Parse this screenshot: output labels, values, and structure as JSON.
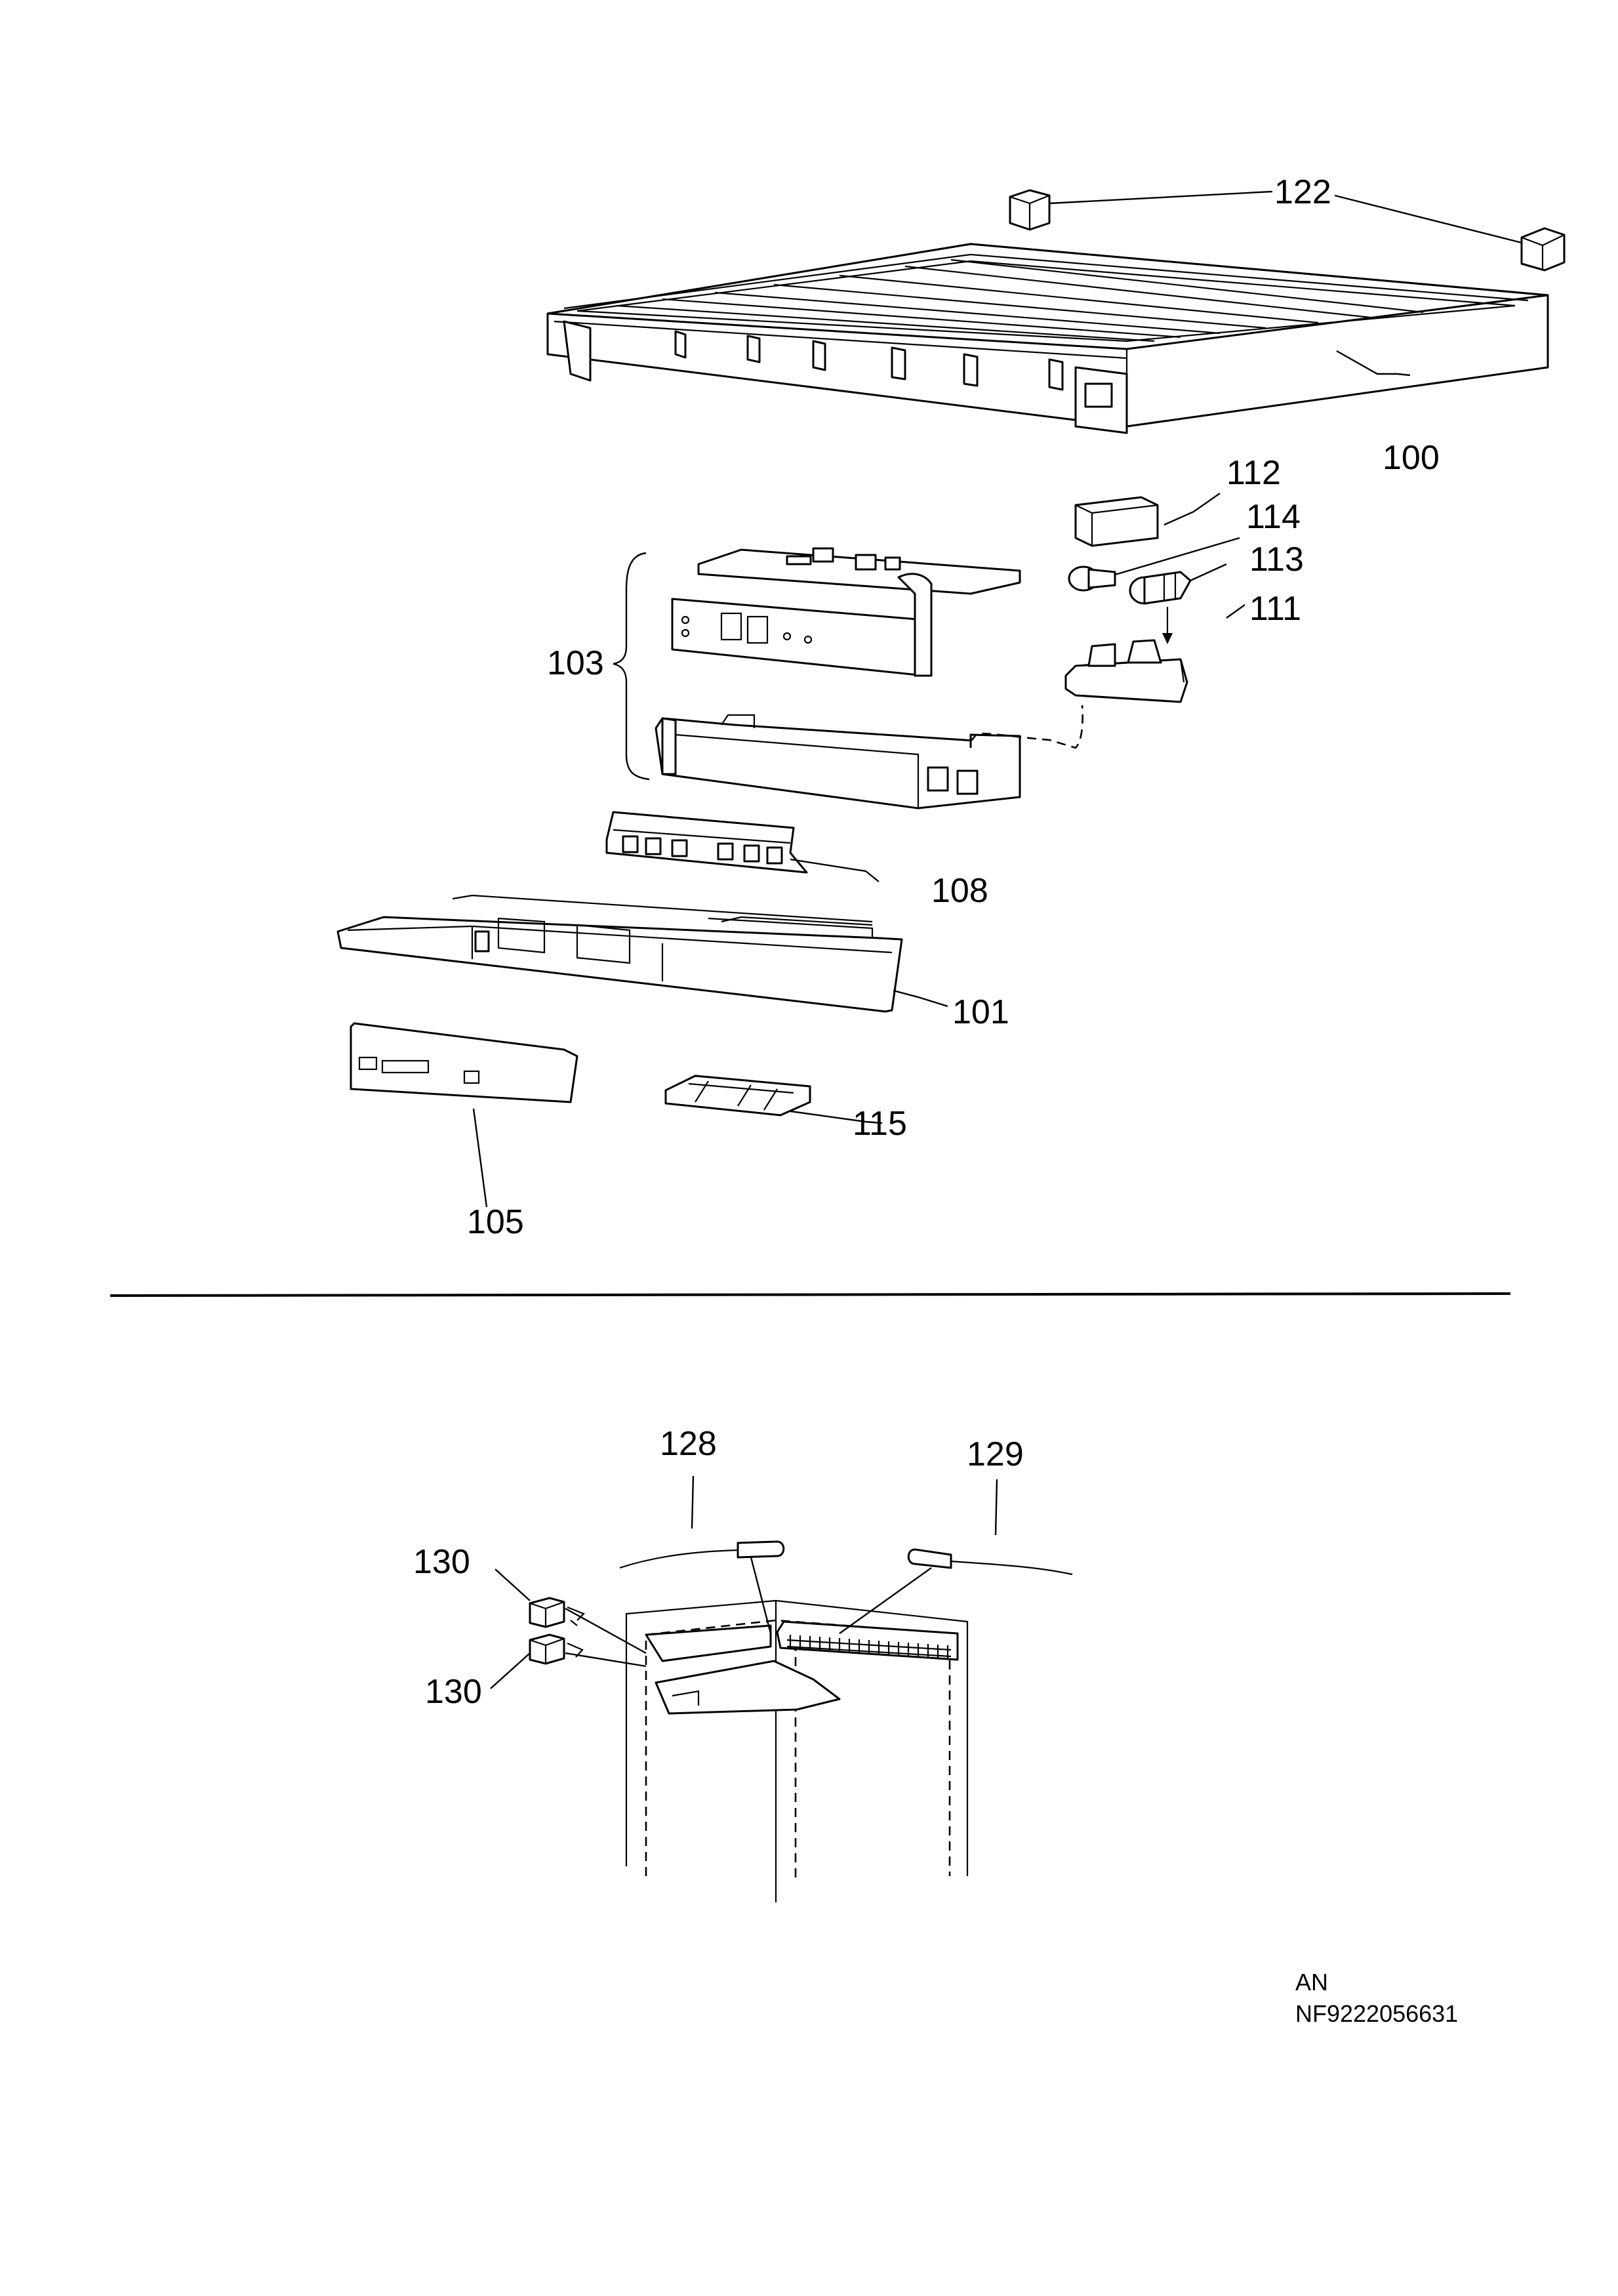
{
  "callouts": {
    "c122": "122",
    "c100": "100",
    "c112": "112",
    "c114": "114",
    "c113": "113",
    "c111": "111",
    "c103": "103",
    "c108": "108",
    "c101": "101",
    "c115": "115",
    "c105": "105",
    "c128": "128",
    "c129": "129",
    "c130a": "130",
    "c130b": "130"
  },
  "footer": {
    "region": "AN",
    "code": "NF9222056631"
  }
}
